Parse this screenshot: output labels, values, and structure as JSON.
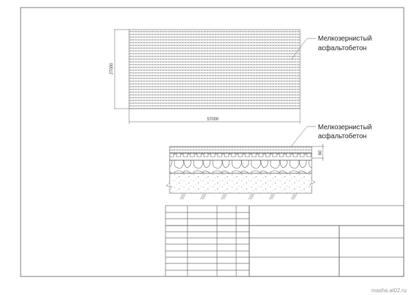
{
  "plan": {
    "label_line1": "Мелкозернистый",
    "label_line2": "асфальтобетон",
    "width_dim": "57000",
    "height_dim": "27000"
  },
  "section": {
    "label_line1": "Мелкозернистый",
    "label_line2": "асфальтобетон",
    "thickness_dim": "60"
  },
  "watermark": "masha.at02.ru",
  "colors": {
    "line": "#555555",
    "border": "#777777"
  }
}
